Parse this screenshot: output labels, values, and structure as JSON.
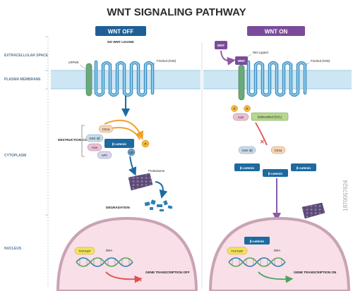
{
  "title": "WNT SIGNALING PATHWAY",
  "panels": {
    "off": {
      "header": "WNT OFF",
      "subheader": "NO WNT LIGAND"
    },
    "on": {
      "header": "WNT ON"
    }
  },
  "regions": {
    "extracellular": "EXTRACELLULAR SPACE",
    "plasma_membrane": "PLASMA MEMBRANE",
    "cytoplasm": "CYTOPLASM",
    "nucleus": "NUCLEUS"
  },
  "off_labels": {
    "lrp": "LRP5/6",
    "frizzled": "Frizzled (FZD)",
    "destruction_complex": "DESTRUCTION COMPLEX",
    "ck1": "CK1α",
    "gsk": "GSK-3β",
    "axin": "Axin",
    "apc": "APC",
    "beta_catenin": "β-catenin",
    "p": "P",
    "ub": "Ub",
    "proteasome": "Proteasome",
    "degradation": "DEGRADATION",
    "tcf": "TCF/LEF",
    "dna": "DNA",
    "gene_transcription": "GENE TRANSCRIPTION OFF"
  },
  "on_labels": {
    "wnt_free": "WNT",
    "wnt_bound": "WNT",
    "wnt_ligand": "Wnt Ligand",
    "frizzled": "Frizzled (FZD)",
    "p": "P",
    "axin": "Axin",
    "dvl": "Dishevelled (DVL)",
    "ck1": "CK1α",
    "gsk": "GSK-3β",
    "beta_catenin": "β-catenin",
    "tcf": "TCF/LEF",
    "dna": "DNA",
    "gene_transcription": "GENE TRANSCRIPTION ON"
  },
  "colors": {
    "title": "#2b2b2b",
    "region_label": "#5a7a94",
    "wnt_off_header": "#1f5f96",
    "wnt_on_header": "#7a4b9a",
    "receptor_blue": "#5aaedc",
    "lrp_green": "#6aaa7a",
    "membrane": "#cde6f4",
    "nucleus_fill": "#f8dfe8",
    "nucleus_edge": "#c9a3b5",
    "beta_catenin": "#1c6aa0",
    "proteasome": "#5b4a75",
    "arrow_orange": "#f0a02a",
    "inhibit_red": "#e05050"
  },
  "watermark": "1970057624"
}
